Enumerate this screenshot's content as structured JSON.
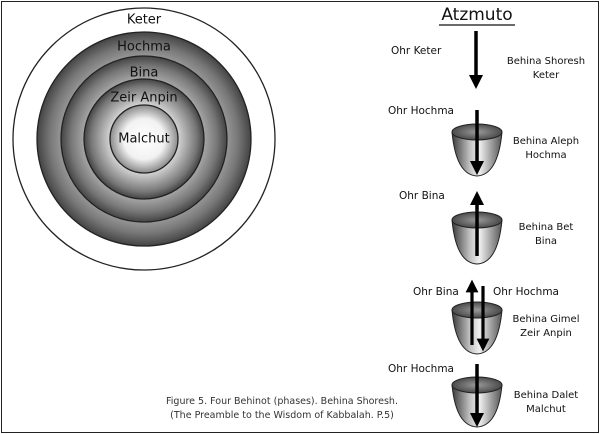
{
  "title": "Atzmuto",
  "rings": [
    "Keter",
    "Hochma",
    "Bina",
    "Zeir Anpin",
    "Malchut"
  ],
  "phases": [
    {
      "light": "Ohr Keter",
      "light2": "",
      "name_line1": "Behina Shoresh",
      "name_line2": "Keter"
    },
    {
      "light": "Ohr Hochma",
      "light2": "",
      "name_line1": "Behina Aleph",
      "name_line2": "Hochma"
    },
    {
      "light": "Ohr Bina",
      "light2": "",
      "name_line1": "Behina Bet",
      "name_line2": "Bina"
    },
    {
      "light": "Ohr Bina",
      "light2": "Ohr Hochma",
      "name_line1": "Behina Gimel",
      "name_line2": "Zeir Anpin"
    },
    {
      "light": "Ohr Hochma",
      "light2": "",
      "name_line1": "Behina Dalet",
      "name_line2": "Malchut"
    }
  ],
  "caption": {
    "line1": "Figure 5. Four Behinot (phases). Behina Shoresh.",
    "line2": "(The Preamble to the Wisdom of Kabbalah. P.5)"
  }
}
